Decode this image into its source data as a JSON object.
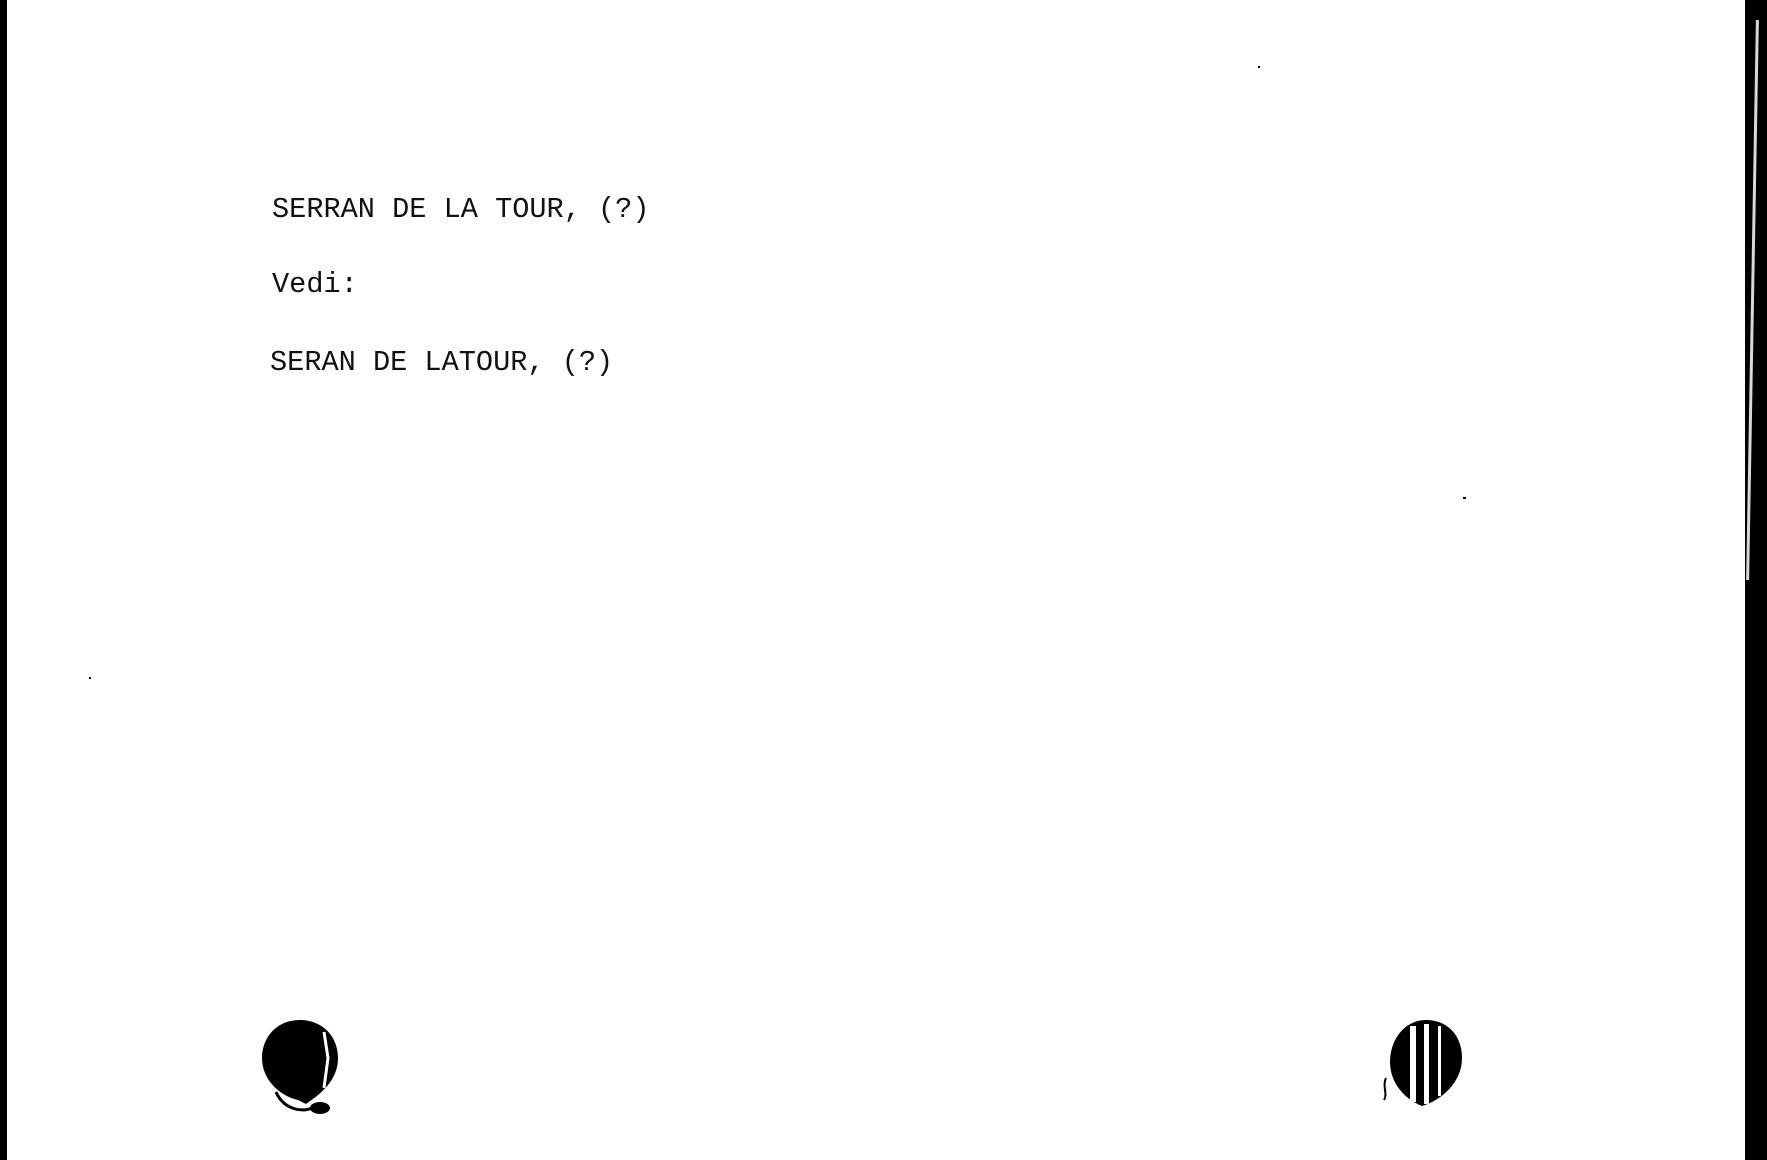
{
  "card": {
    "heading": "SERRAN DE LA TOUR, (?)",
    "see_label": "Vedi:",
    "reference": "SERAN DE LATOUR, (?)"
  },
  "colors": {
    "ink": "#111111",
    "paper": "#ffffff"
  }
}
